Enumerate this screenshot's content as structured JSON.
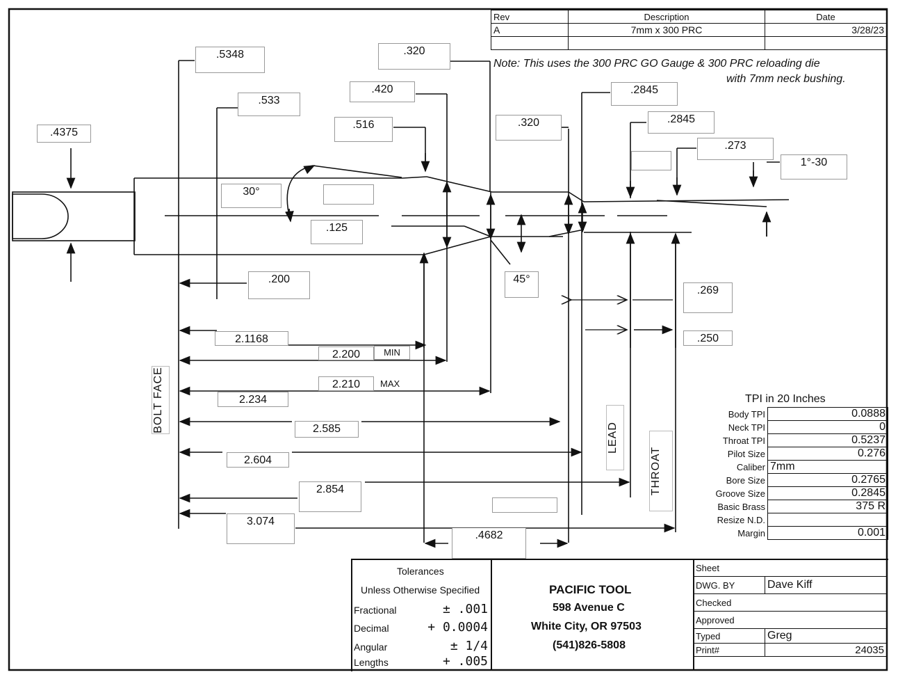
{
  "revision_table": {
    "headers": [
      "Rev",
      "Description",
      "Date"
    ],
    "row": [
      "A",
      "7mm x 300 PRC",
      "3/28/23"
    ]
  },
  "note": {
    "line1": "Note: This uses the 300 PRC GO Gauge & 300 PRC reloading die",
    "line2": "with 7mm neck bushing."
  },
  "dimensions": {
    "d4375": ".4375",
    "d5348": ".5348",
    "d533": ".533",
    "d320a": ".320",
    "d420": ".420",
    "d516": ".516",
    "d320b": ".320",
    "d2845a": ".2845",
    "d2845b": ".2845",
    "d273": ".273",
    "taper": "1°-30",
    "angle30": "30°",
    "d125": ".125",
    "angle45": "45°",
    "d200": ".200",
    "d269": ".269",
    "d250": ".250",
    "d21168": "2.1168",
    "d2200": "2.200",
    "min": "MIN",
    "d2210": "2.210",
    "max": "MAX",
    "d2234": "2.234",
    "d2585": "2.585",
    "d2604": "2.604",
    "d2854": "2.854",
    "d3074": "3.074",
    "d4682": ".4682"
  },
  "labels": {
    "bolt_face": "BOLT FACE",
    "lead": "LEAD",
    "throat": "THROAT"
  },
  "tpi": {
    "title": "TPI in 20 Inches",
    "rows": [
      {
        "label": "Body TPI",
        "value": "0.0888"
      },
      {
        "label": "Neck TPI",
        "value": "0"
      },
      {
        "label": "Throat TPI",
        "value": "0.5237"
      },
      {
        "label": "Pilot Size",
        "value": "0.276"
      },
      {
        "label": "Caliber",
        "value": "7mm"
      },
      {
        "label": "Bore Size",
        "value": "0.2765"
      },
      {
        "label": "Groove Size",
        "value": "0.2845"
      },
      {
        "label": "Basic Brass",
        "value": "375 R"
      },
      {
        "label": "Resize N.D.",
        "value": ""
      },
      {
        "label": "Margin",
        "value": "0.001"
      }
    ]
  },
  "tolerances": {
    "title": "Tolerances",
    "subtitle": "Unless Otherwise Specified",
    "rows": [
      {
        "label": "Fractional",
        "value": "± .001"
      },
      {
        "label": "Decimal",
        "value": "+ 0.0004"
      },
      {
        "label": "Angular",
        "value": "± 1/4"
      },
      {
        "label": "Lengths",
        "value": "+ .005"
      }
    ]
  },
  "company": {
    "name": "PACIFIC TOOL",
    "address": "598 Avenue C",
    "city": "White City, OR 97503",
    "phone": "(541)826-5808"
  },
  "signoff": {
    "sheet": "Sheet",
    "dwg_by_label": "DWG. BY",
    "dwg_by": "Dave Kiff",
    "checked": "Checked",
    "approved": "Approved",
    "typed_label": "Typed",
    "typed": "Greg",
    "print_label": "Print#",
    "print": "24035"
  }
}
